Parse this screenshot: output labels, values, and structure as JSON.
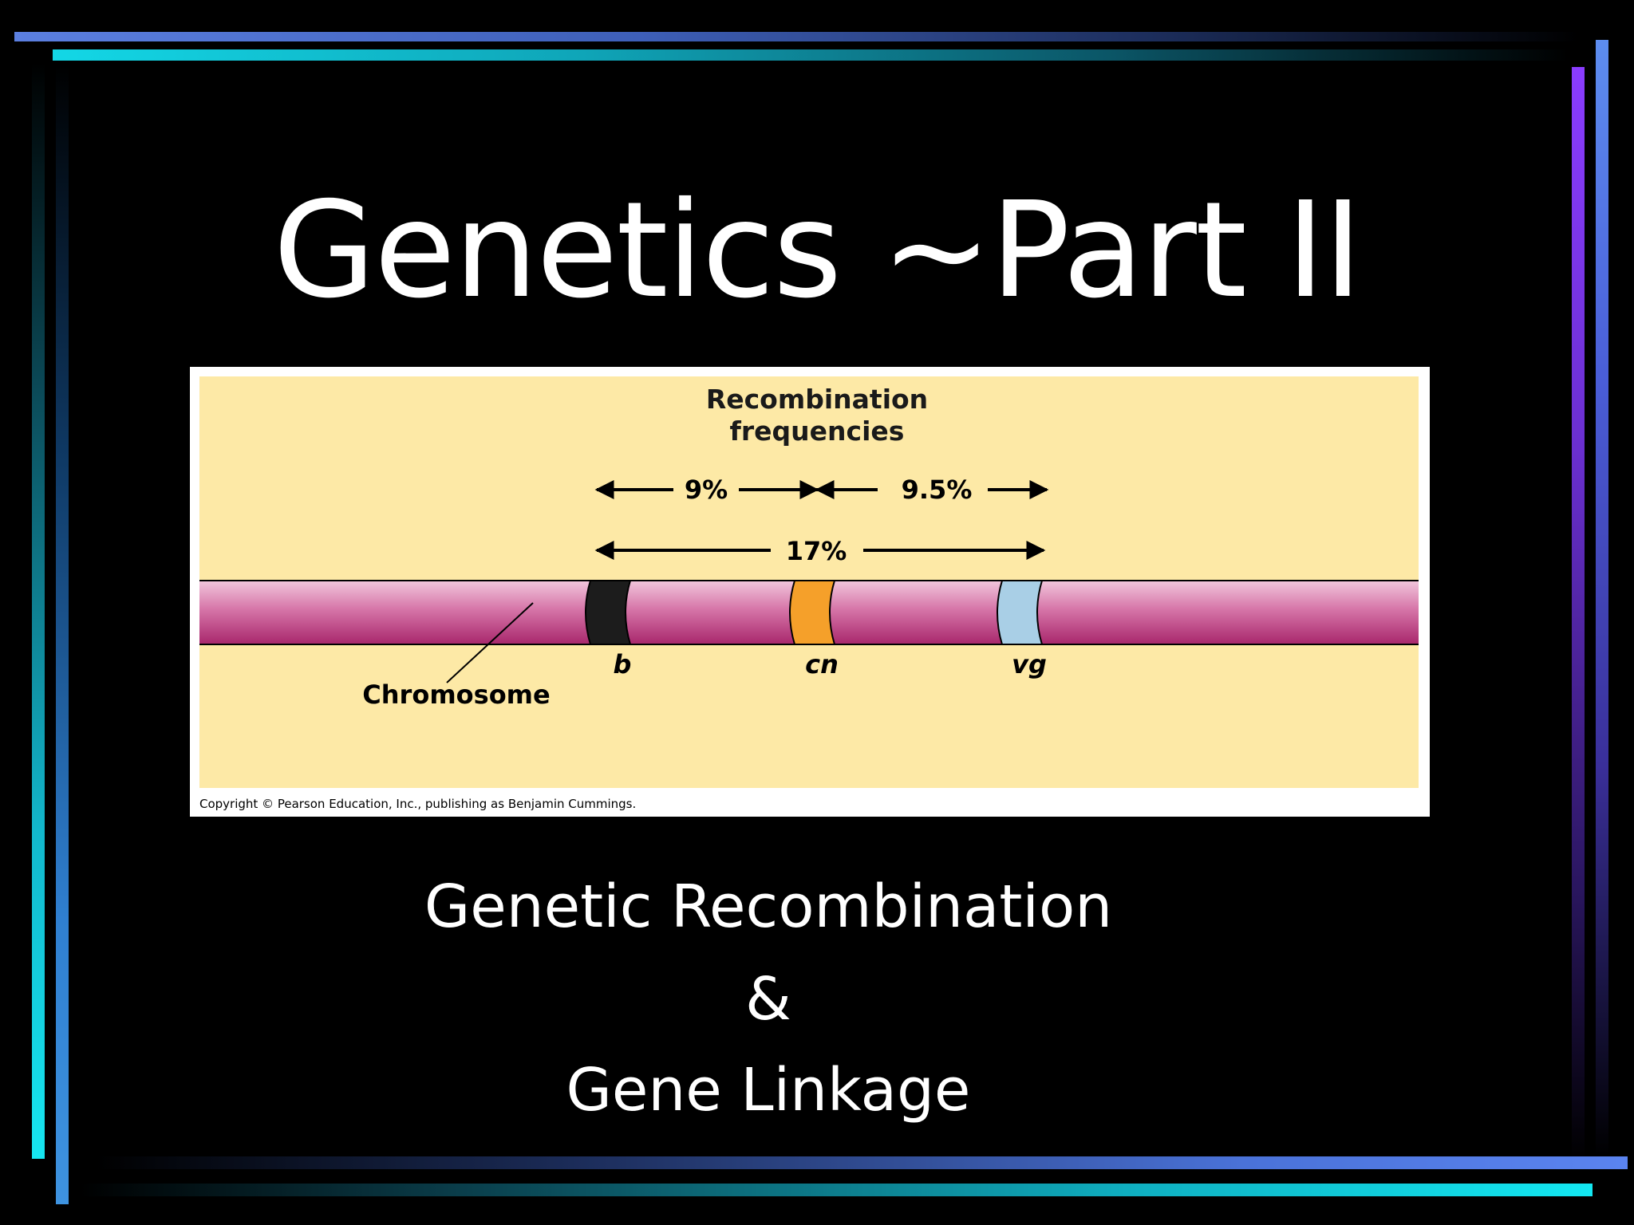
{
  "slide": {
    "title": "Genetics ~Part II",
    "subtitle_lines": [
      "Genetic Recombination",
      "&",
      "Gene Linkage"
    ]
  },
  "figure": {
    "heading_line1": "Recombination",
    "heading_line2": "frequencies",
    "freq_b_cn": "9%",
    "freq_cn_vg": "9.5%",
    "freq_b_vg": "17%",
    "chromosome_label": "Chromosome",
    "gene_labels": [
      "b",
      "cn",
      "vg"
    ],
    "copyright": "Copyright © Pearson Education, Inc., publishing as Benjamin Cummings.",
    "colors": {
      "background": "#fde9a6",
      "chromosome": "#b8357a",
      "gene_b": "#1c1c1c",
      "gene_cn": "#f5a02a",
      "gene_vg": "#a9cfe6"
    }
  }
}
